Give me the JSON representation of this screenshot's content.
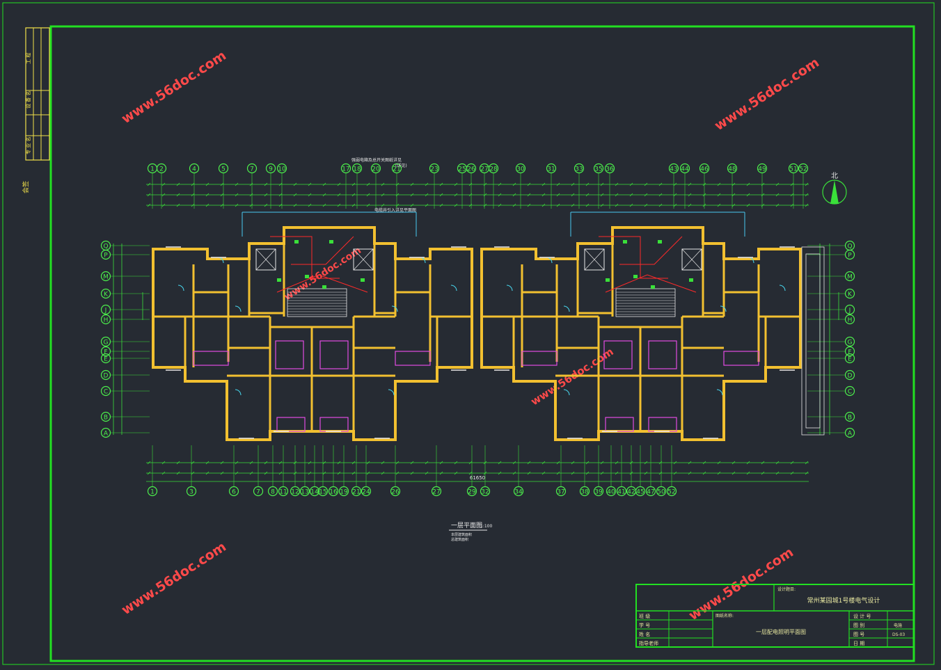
{
  "colors": {
    "background": "#262b33",
    "frame": "#22e022",
    "wall": "#f2c030",
    "dimension": "#3ae03a",
    "axis": "#4cf04c",
    "watermark": "#ff4a4a",
    "partition": "#e24ae2",
    "electric": "#ff2a2a",
    "fixture": "#ffffff",
    "note": "#e8e8e8",
    "title_text": "#e8e8a0"
  },
  "watermark_text": "www.56doc.com",
  "north_label": "北",
  "axis_top_labels": [
    "1",
    "2",
    "4",
    "5",
    "7",
    "9",
    "10",
    "17",
    "18",
    "20",
    "21",
    "23",
    "25",
    "26",
    "27",
    "28",
    "30",
    "31",
    "33",
    "35",
    "36",
    "43",
    "44",
    "46",
    "48",
    "49",
    "51",
    "52"
  ],
  "axis_bottom_labels": [
    "1",
    "3",
    "6",
    "7",
    "8",
    "11",
    "12",
    "13",
    "14",
    "15",
    "16",
    "19",
    "21",
    "24",
    "26",
    "27",
    "29",
    "32",
    "34",
    "37",
    "38",
    "39",
    "40",
    "41",
    "42",
    "45",
    "47",
    "50",
    "52"
  ],
  "axis_side_labels": [
    "Q",
    "P",
    "M",
    "K",
    "J",
    "H",
    "G",
    "F",
    "E",
    "D",
    "C",
    "B",
    "A"
  ],
  "top_note_1": "强弱电箱及总开关图纸详见",
  "top_note_2": "电缆井引入详见平面图",
  "top_note_3": "(详见)",
  "drawing_title": "一层平面图",
  "drawing_scale": "1:100",
  "drawing_subnote_1": "本层建筑面积",
  "drawing_subnote_2": "总建筑面积",
  "total_dimension": "61650",
  "title_block": {
    "design_label": "设计题目:",
    "project_title": "常州某园城1号楼电气设计",
    "drawing_name_label": "图纸名称:",
    "drawing_name": "一层配电照明平面图",
    "rows_left": [
      "班 级",
      "学 号",
      "姓 名",
      "指导老师"
    ],
    "rows_right": [
      "设 计 号",
      "图 别",
      "图 号",
      "日 期"
    ],
    "right_values": [
      "",
      "电施",
      "DS-03",
      ""
    ]
  },
  "left_strip_labels": [
    "工 程",
    "设 备 名",
    "专 业 名",
    "会签"
  ]
}
